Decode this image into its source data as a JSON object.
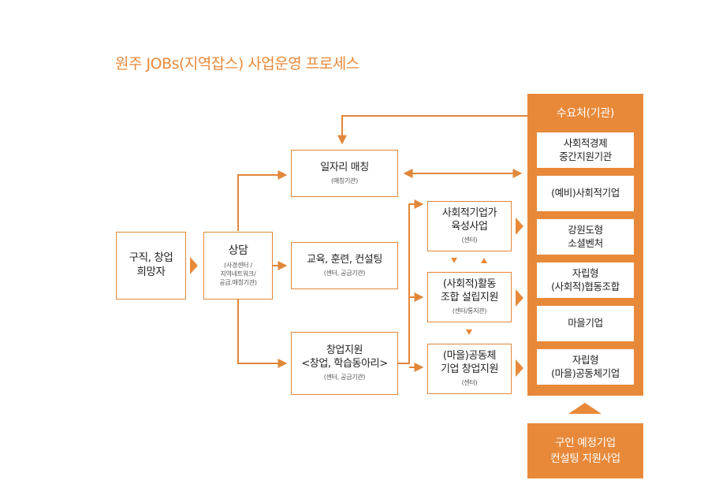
{
  "title": "원주 JOBs(지역잡스) 사업운영 프로세스",
  "colors": {
    "accent": "#e8893a",
    "line": "#e0873a"
  },
  "nodes": {
    "seeker": {
      "line1": "구직, 창업",
      "line2": "희망자"
    },
    "consult": {
      "main": "상담",
      "sub1": "(사경센터 /",
      "sub2": "지역네트워크/",
      "sub3": "공급.매칭기관)"
    },
    "matching": {
      "main": "일자리 매칭",
      "sub": "(매칭기관)"
    },
    "education": {
      "main": "교육, 훈련, 컨설팅",
      "sub": "(센터, 공급기관)"
    },
    "startup": {
      "line1": "창업지원",
      "line2": "<창업, 학습동아리>",
      "sub": "(센터, 공급기관)"
    },
    "social_training": {
      "line1": "사회적기업가",
      "line2": "육성사업",
      "sub": "(센터)"
    },
    "coop_support": {
      "line1": "(사회적)활동",
      "line2": "조합 설립지원",
      "sub": "(센터/통지관)"
    },
    "village_support": {
      "line1": "(마을)공동체",
      "line2": "기업 창업지원",
      "sub": "(센터)"
    }
  },
  "demand_panel": {
    "title": "수요처(기관)",
    "items": [
      {
        "line1": "사회적경제",
        "line2": "중간지원기관"
      },
      {
        "line1": "(예비)사회적기업",
        "line2": ""
      },
      {
        "line1": "강원도형",
        "line2": "소셜벤처"
      },
      {
        "line1": "자립형",
        "line2": "(사회적)협동조합"
      },
      {
        "line1": "마을기업",
        "line2": ""
      },
      {
        "line1": "자립형",
        "line2": "(마을)공동체기업"
      }
    ]
  },
  "bottom_box": {
    "line1": "구인 예정기업",
    "line2": "컨설팅 지원사업"
  }
}
